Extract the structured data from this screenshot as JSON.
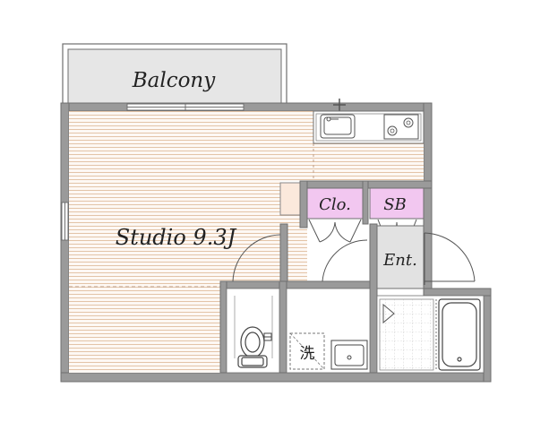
{
  "floorplan": {
    "labels": {
      "balcony": "Balcony",
      "studio": "Studio 9.3J",
      "closet": "Clo.",
      "shoe_box": "SB",
      "entrance": "Ent.",
      "washer": "洗"
    },
    "colors": {
      "wall": "#9a9a9a",
      "wall_outline": "#6f6f6f",
      "floor_stripe": "#e3c4a8",
      "floor_base": "#fdf8f4",
      "storage_fill": "#f2c7f0",
      "wet_area_fill": "#ffffff",
      "fixture_line": "#555555",
      "balcony_fill": "#e6e6e6",
      "entrance_fill": "#e2e2e2"
    }
  }
}
